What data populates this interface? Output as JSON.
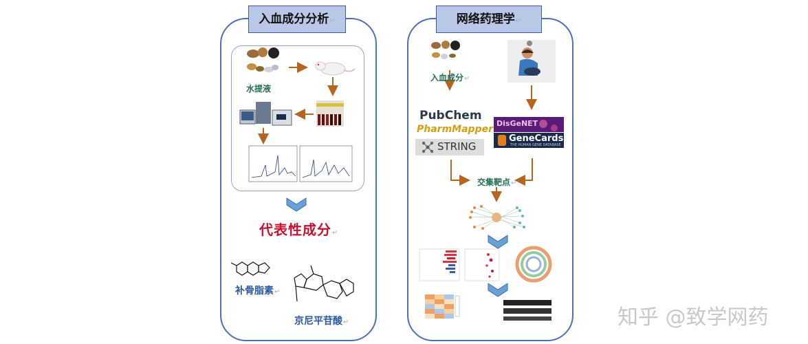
{
  "left_panel": {
    "title": "入血成分分析",
    "water_extract": "水提液",
    "representative": "代表性成分",
    "compound1": "补骨脂素",
    "compound2": "京尼平苷酸"
  },
  "right_panel": {
    "title": "网络药理学",
    "blood_components": "入血成分",
    "intersection": "交集靶点",
    "databases_left": [
      "PubChem",
      "PharmMapper",
      "STRING"
    ],
    "databases_right": [
      "DisGeNET",
      "GeneCards"
    ],
    "genecards_sub": "THE HUMAN GENE DATABASE"
  },
  "watermark": "知乎 @致学网药",
  "colors": {
    "arrow": "#b5651d",
    "panel_border": "#4a70b8",
    "title_fill": "#b8c8e6",
    "red_label": "#c8102e"
  }
}
